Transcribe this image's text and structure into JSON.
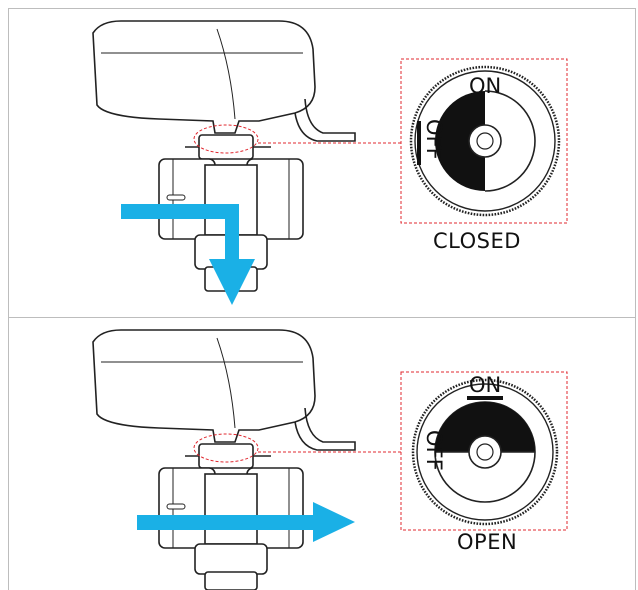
{
  "panels": [
    {
      "state_label": "CLOSED",
      "dial_on": "ON",
      "dial_off": "OFF",
      "flow": "down"
    },
    {
      "state_label": "OPEN",
      "dial_on": "ON",
      "dial_off": "OFF",
      "flow": "through"
    }
  ],
  "colors": {
    "flow_arrow": "#1ab0e6",
    "detail_box": "#e0282f",
    "line": "#222222"
  }
}
